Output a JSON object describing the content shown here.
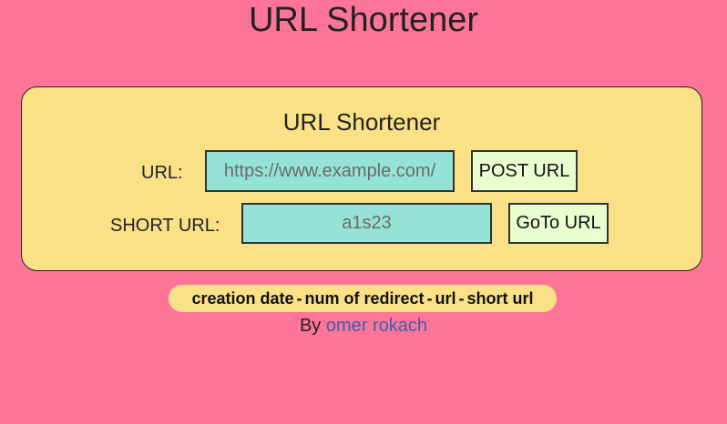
{
  "header": {
    "title": "URL Shortener"
  },
  "form": {
    "title": "URL Shortener",
    "url_label": "URL:",
    "url_placeholder": "https://www.example.com/",
    "post_button_label": "POST URL",
    "short_url_label": "SHORT URL:",
    "short_url_placeholder": "a1s23",
    "goto_button_label": "GoTo URL"
  },
  "table": {
    "columns": [
      "creation date",
      "num of redirect",
      "url",
      "short url"
    ],
    "separator": "-"
  },
  "footer": {
    "by_text": "By",
    "author_link": "omer rokach"
  },
  "colors": {
    "background": "#ff7598",
    "card": "#fae187",
    "input": "#95e3d6",
    "button": "#eaffd0",
    "link": "#3a5fb0"
  }
}
